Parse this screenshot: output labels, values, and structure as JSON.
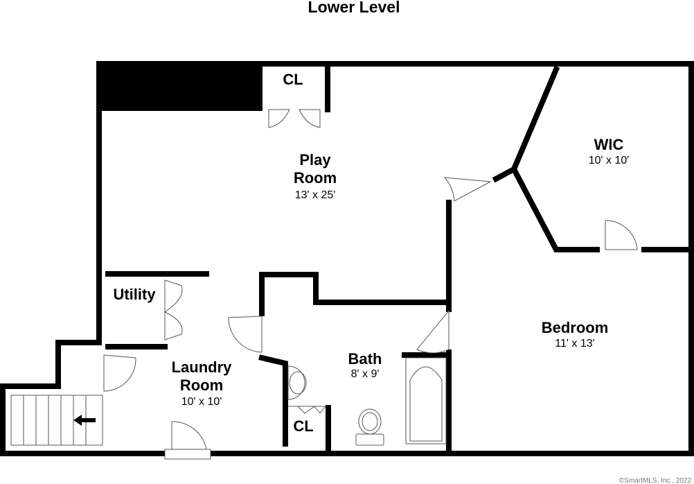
{
  "title": "Lower Level",
  "rooms": {
    "play_room": {
      "name_line1": "Play",
      "name_line2": "Room",
      "dims": "13' x 25'"
    },
    "wic": {
      "name": "WIC",
      "dims": "10' x 10'"
    },
    "bedroom": {
      "name": "Bedroom",
      "dims": "11' x 13'"
    },
    "utility": {
      "name": "Utility"
    },
    "laundry_room": {
      "name_line1": "Laundry",
      "name_line2": "Room",
      "dims": "10' x 10'"
    },
    "bath": {
      "name": "Bath",
      "dims": "8' x 9'"
    },
    "closet_top": {
      "name": "CL"
    },
    "closet_bath": {
      "name": "CL"
    }
  },
  "copyright": "©SmartMLS, Inc., 2022",
  "icons": [
    "stair-arrow-left-icon"
  ],
  "colors": {
    "walls": "#000000",
    "background": "#ffffff",
    "fixtures": "#555555"
  }
}
